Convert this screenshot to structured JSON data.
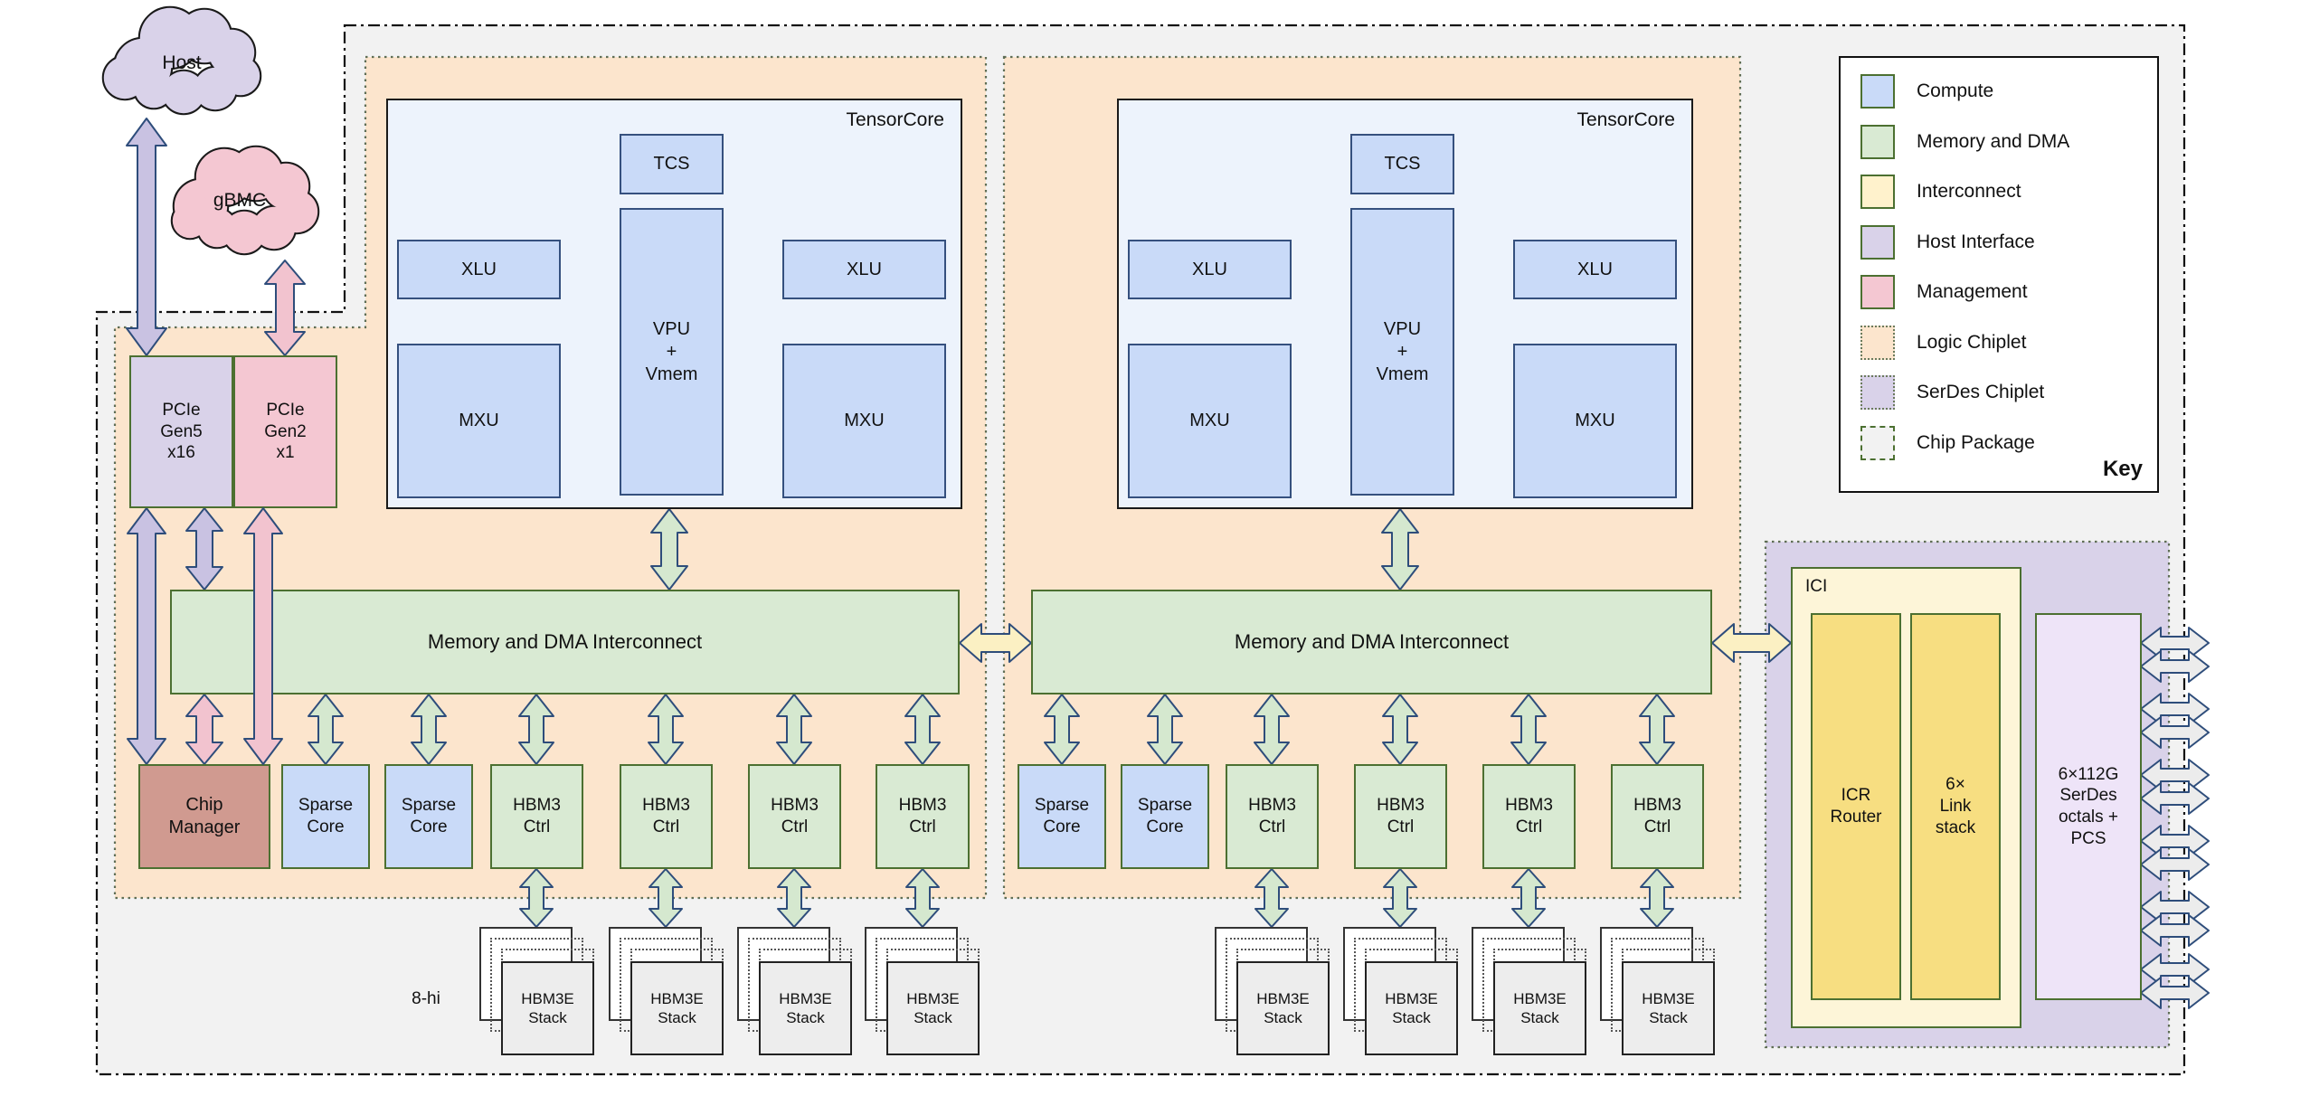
{
  "diagram": {
    "clouds": {
      "host": "Host",
      "gbmc": "gBMC"
    },
    "host_interface": {
      "pcie_gen5": "PCIe\nGen5\nx16",
      "pcie_gen2": "PCIe\nGen2\nx1"
    },
    "management": {
      "chip_manager": "Chip\nManager"
    },
    "tensorcore": {
      "title": "TensorCore",
      "tcs": "TCS",
      "xlu": "XLU",
      "vpu": "VPU\n+\nVmem",
      "mxu": "MXU"
    },
    "interconnect_bar": "Memory and DMA Interconnect",
    "cores": {
      "sparse_core": "Sparse\nCore",
      "hbm_ctrl": "HBM3\nCtrl"
    },
    "hbm": {
      "stack": "HBM3E\nStack",
      "height_label": "8-hi"
    },
    "ici": {
      "title": "ICI",
      "icr_router": "ICR\nRouter",
      "link_stack": "6×\nLink\nstack",
      "serdes_octals": "6×112G\nSerDes\noctals +\nPCS"
    },
    "key": {
      "title": "Key",
      "items": [
        {
          "label": "Compute",
          "swatch": "compute",
          "border": "solid"
        },
        {
          "label": "Memory and DMA",
          "swatch": "memory",
          "border": "solid"
        },
        {
          "label": "Interconnect",
          "swatch": "interconnect",
          "border": "solid"
        },
        {
          "label": "Host Interface",
          "swatch": "host_interface",
          "border": "solid"
        },
        {
          "label": "Management",
          "swatch": "management",
          "border": "solid"
        },
        {
          "label": "Logic Chiplet",
          "swatch": "logic_chiplet",
          "border": "dotted"
        },
        {
          "label": "SerDes Chiplet",
          "swatch": "serdes_chiplet",
          "border": "dotted"
        },
        {
          "label": "Chip Package",
          "swatch": "chip_package",
          "border": "dashdot"
        }
      ]
    }
  },
  "colors": {
    "compute": "#c9daf8",
    "memory": "#d9ead3",
    "interconnect": "#fff2cc",
    "host_interface": "#d9d2e9",
    "management": "#f4c7d2",
    "logic_chiplet": "#fce5cd",
    "serdes_chiplet": "#d9d2e9",
    "chip_package": "#f2f2f2",
    "chip_manager": "#d09a90",
    "tensorcore_bg": "#edf3fc",
    "ici_bg": "#fdf5d8",
    "ici_inner": "#f7de81",
    "serdes_octals_bg": "#eee4f8",
    "stack_front": "#ededed",
    "arrow_purple": "#c9c2e2",
    "arrow_pink": "#f2c3cf",
    "arrow_green": "#d5e8cf",
    "arrow_yellow": "#fbf0c3",
    "arrow_grey": "#ececec",
    "border_green": "#4c7031",
    "border_blue": "#35507e",
    "arrow_stroke": "#2e4d7b"
  }
}
